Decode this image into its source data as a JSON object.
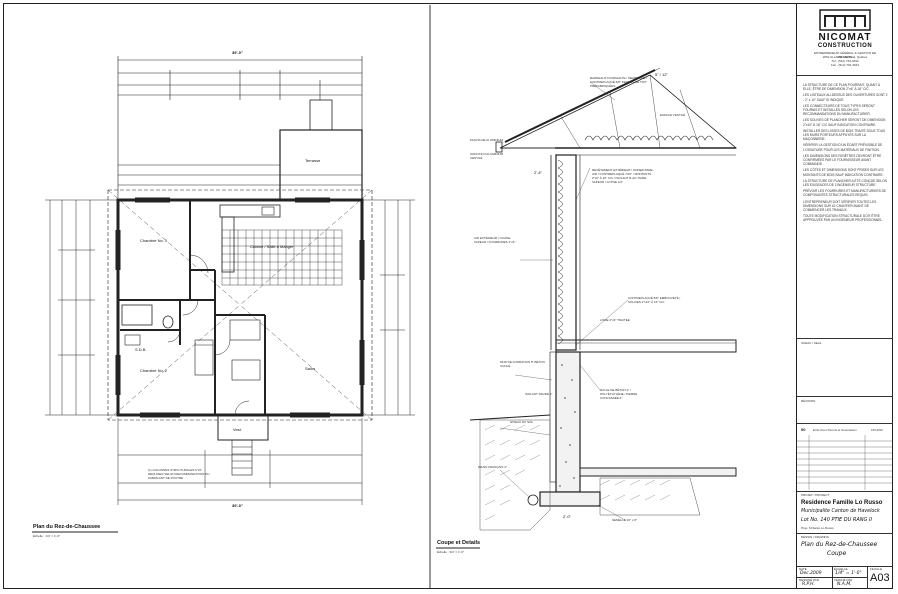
{
  "titleblock": {
    "logo_top": "NICOMAT",
    "logo_sub": "CONSTRUCTION",
    "company_lines": [
      "ENTREPRENEUR GÉNÉRAL & GESTION DE PROJETS",
      "2052 ALLARD, Montréal, Québec",
      "Tél : (514) 764-4633",
      "Fax : (514) 764-4644"
    ],
    "project_label": "PROJET / PROJECT",
    "project_name": "Residence Famille Lo Russo",
    "project_city": "Municipalite Canton de Havelock",
    "project_lot": "Lot No. 140 PTIE DU RANG II",
    "project_owner": "Prop. M.Santo Lo Russo",
    "drawing_label": "DESSIN / DRAWING",
    "drawing_title_1": "Plan du Rez-de-Chaussee",
    "drawing_title_2": "Coupe",
    "date_label": "DATE",
    "date_value": "Dec.2009",
    "scale_label": "ÉCHELLE",
    "scale_value": "1/4\" = 1'-0\"",
    "drawn_label": "DESSINÉ PAR",
    "drawn_value": "R.P.H.",
    "checked_label": "VÉRIFIÉ PAR",
    "checked_value": "N.A.M.",
    "sheet_label": "FEUILLE",
    "sheet_value": "A03",
    "revision_label": "RÉVISION",
    "rev_no": "00",
    "rev_desc": "Emis Pour Permis et Soumission",
    "rev_date": "15/12/09",
    "seal_label": "SCEAU / SEAL"
  },
  "notes": [
    "LA STRUCTURE DE CE PLAN POURRAIT, QUANT À ELLE, ÊTRE DE DIMENSION 2\"x6\" À 16\" C/C.",
    "LES LINTEAUX AU-DESSUS DES OUVERTURES SONT 2 - 2\" x 10\" SAUF SI INDIQUÉ.",
    "LES CONNECTEURS DE TOUS TYPES SERONT FOURNIS ET INSTALLÉS SELON LES RECOMMANDATIONS DU MANUFACTURIER.",
    "LES SOLIVES DE PLANCHER SERONT DE DIMENSION 2\"x10\" À 16\" C/C SAUF INDICATION CONTRAIRE.",
    "INSTALLER DES LISSES DE BOIS TRAITÉ SOUS TOUS LES MURS PORTEURS APPUYÉS SUR LA MAÇONNERIE.",
    "VÉRIFIER LA GESTION D'UN ÉCART PRÉVISIBLE DE L'OSSATURE POUR LES MATÉRIAUX DE FINITION.",
    "LES DIMENSIONS DES FENÊTRES DEVRONT ÊTRE CONFIRMÉES PAR LE FOURNISSEUR AVANT COMMANDE.",
    "LES CÔTES ET DIMENSIONS SONT PRISES SUR LES MONTANTS DE BOIS SAUF INDICATION CONTRAIRE.",
    "LA STRUCTURE DE PLANCHER A ÉTÉ CONÇUE SELON LES EXIGENCES DE L'INGÉNIEUR STRUCTURE.",
    "PRÉVOIR LES FOURRURES ET MANUFACTURIERS DE COMPOSANTES STRUCTURALES REQUIS.",
    "L'ENTREPRENEUR DOIT VÉRIFIER TOUTES LES DIMENSIONS SUR LE CHANTIER AVANT DE COMMENCER LES TRAVAUX.",
    "TOUTE MODIFICATION STRUCTURALE DOIT ÊTRE APPROUVÉE PAR UN INGÉNIEUR PROFESSIONNEL."
  ],
  "plan": {
    "title": "Plan du Rez-de-Chaussee",
    "scale": "Échelle : 1/4\" = 1'-0\"",
    "overall_top": "39'-0\"",
    "overall_bottom": "39'-0\"",
    "rooms": {
      "ch1": "Chambre No. 1",
      "ch2": "Chambre No. 2",
      "cuisine": "Cuisine / Salle à Manger",
      "salon": "Salon",
      "terrasse": "Terrasse",
      "sdb": "S.D.B.",
      "vest": "Vest."
    },
    "note_bottom": "(1) COLONNES STRUCTURALES 6\"x6\" REQUISES SELON RECOMMANDATION DU FABRICANT DE POUTRE"
  },
  "section": {
    "title": "Coupe et Details",
    "scale": "Échelle : 3/4\" = 1'-0\"",
    "labels": {
      "roof": "BARDEAUX D'ASPHALTE / MEMBRANE / CONTREPLAQUÉ 5/8\" FERMES DE TOIT PRÉFABRIQUÉES",
      "slope": "5\" / 12\"",
      "attic": "ESPACE VENTILÉ",
      "fascia": "FASCIA DE ALUMINIUM",
      "soffit": "SOFFITE D'ALUMINIUM VENTILÉ",
      "wall": "REVÊTEMENT EXTÉRIEUR / PAPIER PARE-AIR / CONTREPLAQUÉ 7/16\" / MONTANTS 2\"x6\" À 16\" C/C / ISOLANT R-20 / PARE-VAPEUR / GYPSE 1/2\"",
      "airgap": "AIR EXTÉRIEUR / COUPE-VAPEUR / FOURRURES 1\"x3\"",
      "floor": "CONTREPLAQUÉ 5/8\" EMBOUVETÉ / SOLIVES 2\"x10\" À 16\" C/C",
      "sill": "LISSE 2\"x6\" TRAITÉE",
      "slab": "DALLE DE BÉTON 4\" / POLYÉTHYLÈNE / PIERRE CONCASSÉE 6\"",
      "foundation": "MUR DE FONDATION 8\" BÉTON COULÉ",
      "drain": "DRAIN FRANÇAIS 4\"",
      "footing": "SEMELLE 20\" x 8\"",
      "grade": "NIVEAU DU SOL",
      "insul": "ISOLANT RIGIDE 2\"",
      "dim_2_4": "2'-4\"",
      "dim_2_0": "2'-0\""
    }
  }
}
